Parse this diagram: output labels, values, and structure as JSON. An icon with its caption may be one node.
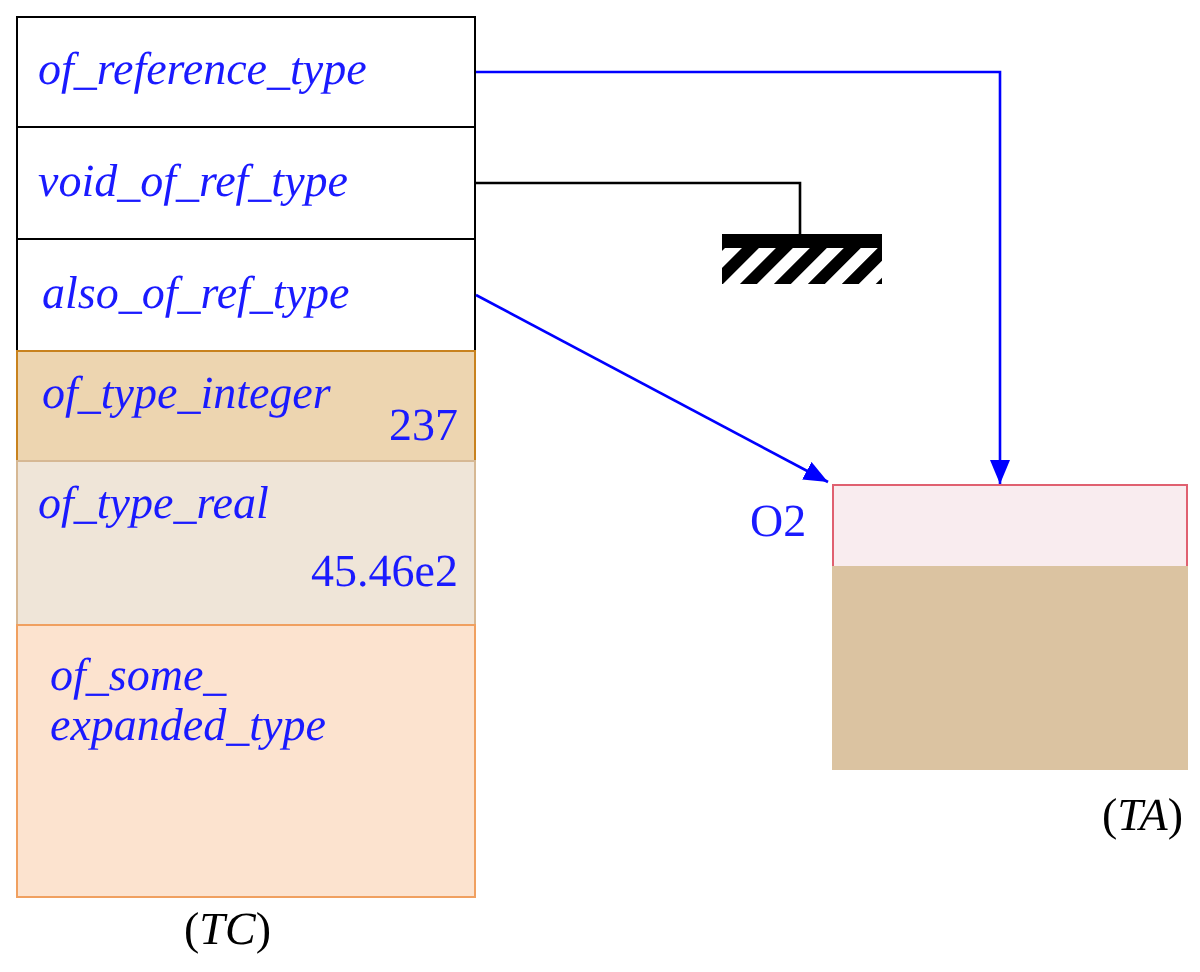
{
  "diagram": {
    "nodes": [
      {
        "text": [],
        "shape": "box",
        "beside": [
          "(*TC*)"
        ]
      },
      {
        "text": [
          "of_reference_type"
        ],
        "in": 0
      },
      {
        "text": [
          "void_of_ref_type"
        ],
        "in": 0
      },
      {
        "text": [
          "also_of_ref_type"
        ],
        "in": 0
      },
      {
        "text": [
          "of_type_integer",
          "237"
        ],
        "in": 0
      },
      {
        "text": [
          "of_type_real",
          "45.46e2"
        ],
        "in": 0
      },
      {
        "text": [
          "of_some_ expanded_type"
        ],
        "in": 0
      },
      {
        "text": [],
        "shape": "bar"
      },
      {
        "text": [],
        "shape": "box",
        "beside": [
          "(*TA*)"
        ]
      },
      {
        "text": [],
        "shape": "box",
        "beside": [
          "O2"
        ],
        "in": 8
      },
      {
        "text": [],
        "shape": "box",
        "in": 8
      }
    ],
    "edges": [
      {
        "from": 1,
        "to": 9,
        "arrow": "to"
      },
      {
        "from": 2,
        "to": 7,
        "arrow": "none",
        "color": "#000000"
      },
      {
        "from": 3,
        "to": 9,
        "arrow": "to"
      }
    ]
  }
}
